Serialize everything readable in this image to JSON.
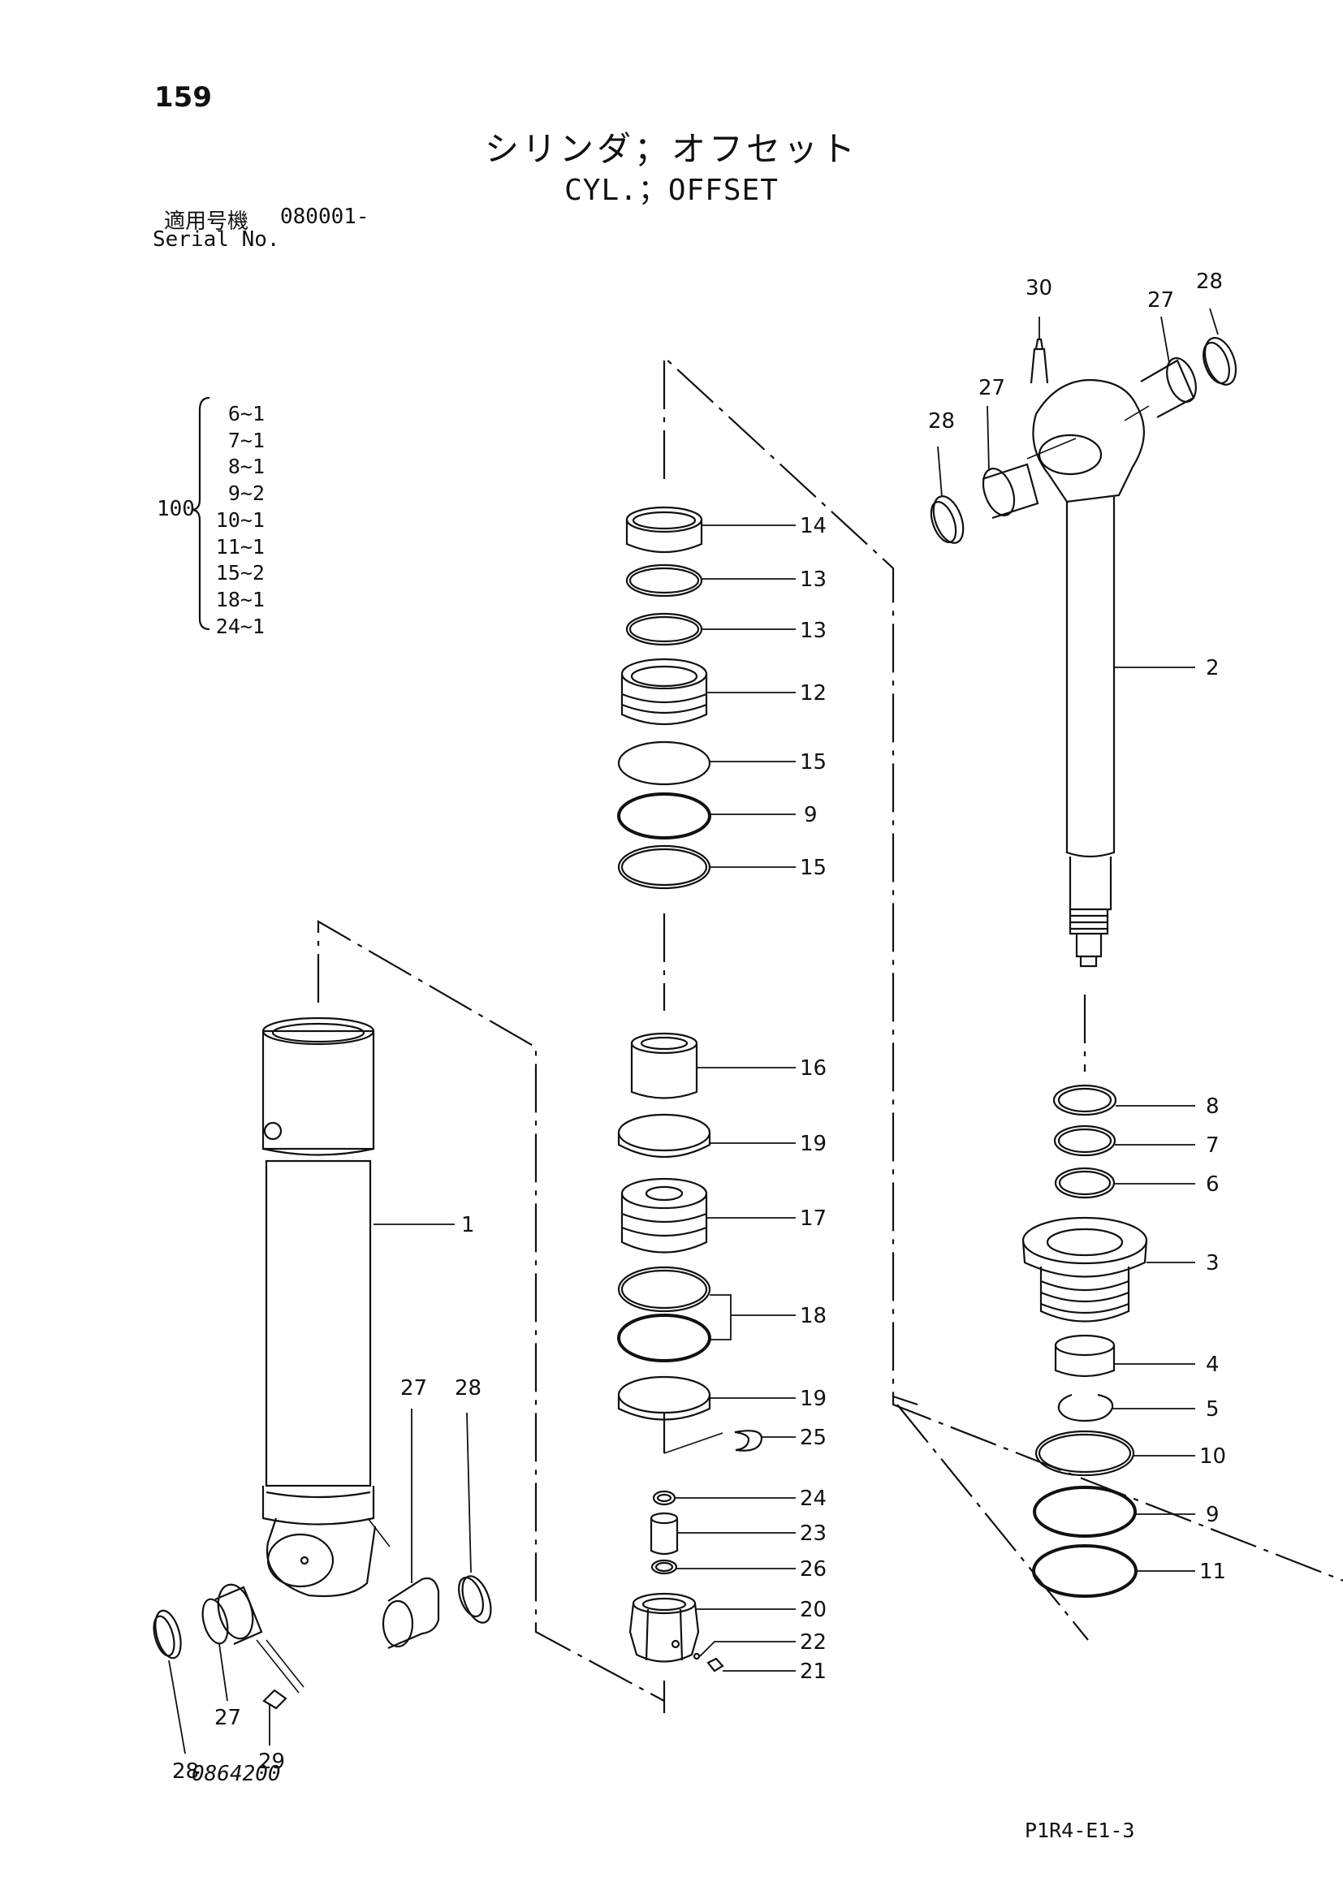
{
  "header": {
    "page_number": "159",
    "title_jp": "シリンダ；オフセット",
    "title_en": "CYL.；OFFSET",
    "serial_label_jp": "適用号機",
    "serial_value": "080001-",
    "serial_label_en": "Serial No."
  },
  "kit": {
    "number": "100",
    "items": [
      "6~1",
      "7~1",
      "8~1",
      "9~2",
      "10~1",
      "11~1",
      "15~2",
      "18~1",
      "24~1"
    ]
  },
  "callouts": {
    "c1": "1",
    "c2": "2",
    "c3": "3",
    "c4": "4",
    "c5": "5",
    "c6": "6",
    "c7": "7",
    "c8": "8",
    "c9": "9",
    "c10": "10",
    "c11": "11",
    "c12": "12",
    "c13": "13",
    "c14": "14",
    "c15": "15",
    "c16": "16",
    "c17": "17",
    "c18": "18",
    "c19": "19",
    "c20": "20",
    "c21": "21",
    "c22": "22",
    "c23": "23",
    "c24": "24",
    "c25": "25",
    "c26": "26",
    "c27": "27",
    "c28": "28",
    "c29": "29",
    "c30": "30"
  },
  "footer": {
    "drawing_code": "0864200",
    "figure_code": "P1R4-E1-3"
  }
}
